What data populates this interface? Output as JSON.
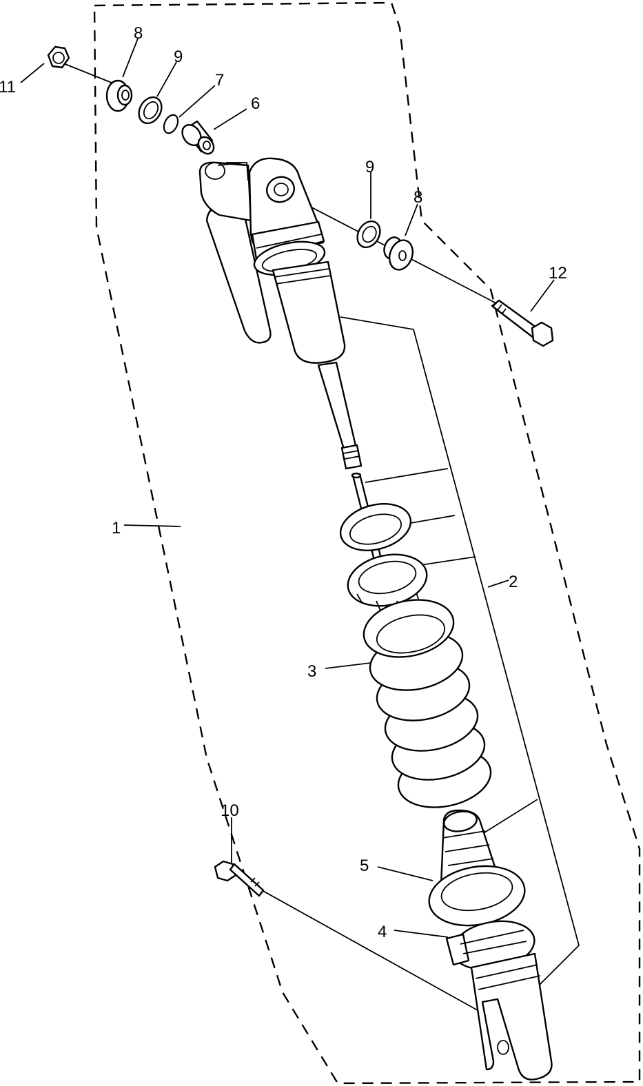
{
  "diagram": {
    "callouts": {
      "c1": "1",
      "c2": "2",
      "c3": "3",
      "c4": "4",
      "c5": "5",
      "c6": "6",
      "c7": "7",
      "c8a": "8",
      "c8b": "8",
      "c9a": "9",
      "c9b": "9",
      "c10": "10",
      "c11": "11",
      "c12": "12"
    }
  }
}
